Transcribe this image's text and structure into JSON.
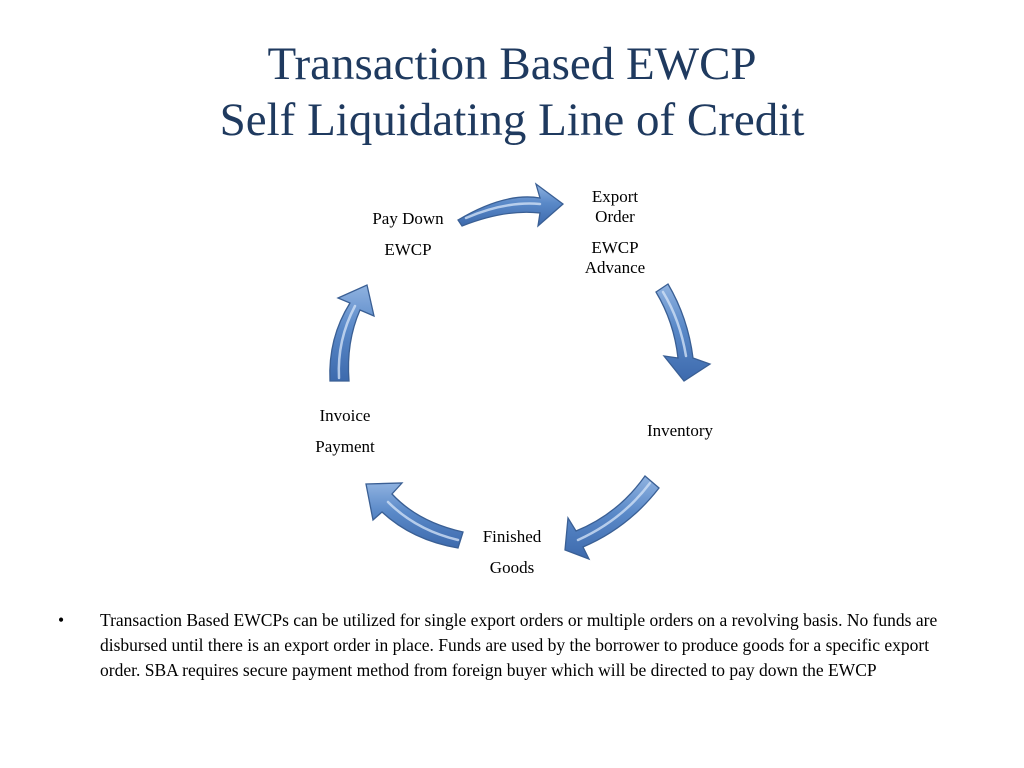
{
  "title": {
    "line1": "Transaction Based EWCP",
    "line2": "Self Liquidating Line of Credit"
  },
  "cycle": {
    "nodes": {
      "export_order": {
        "line1": "Export",
        "line2": "Order",
        "line3": "EWCP",
        "line4": "Advance"
      },
      "inventory": {
        "line1": "Inventory"
      },
      "finished_goods": {
        "line1": "Finished",
        "line2": "Goods"
      },
      "invoice_payment": {
        "line1": "Invoice",
        "line2": "Payment"
      },
      "pay_down": {
        "line1": "Pay Down",
        "line2": "EWCP"
      }
    },
    "arrow_color": "#4f7fc2",
    "arrow_highlight": "#c9dcf2"
  },
  "bullet": {
    "marker": "•",
    "text": "Transaction Based EWCPs can be utilized for single export orders or multiple orders on a revolving basis.  No funds are disbursed until there is an export order in place.  Funds are used by the borrower to produce goods for a specific export order.  SBA requires secure payment method from foreign buyer which will be directed to pay down the EWCP"
  }
}
